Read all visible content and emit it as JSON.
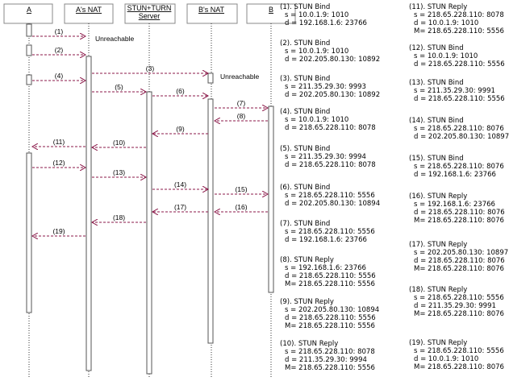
{
  "participants": [
    {
      "id": "A",
      "label": "A"
    },
    {
      "id": "ANAT",
      "label": "A's NAT"
    },
    {
      "id": "SRV",
      "label": "STUN+TURN\nServer"
    },
    {
      "id": "BNAT",
      "label": "B's NAT"
    },
    {
      "id": "B",
      "label": "B"
    }
  ],
  "unreachable_text": "Unreachable",
  "messages": [
    {
      "label": "(1)",
      "from": "A",
      "to": "ANAT"
    },
    {
      "label": "(2)",
      "from": "A",
      "to": "ANAT"
    },
    {
      "label": "(3)",
      "from": "ANAT",
      "to": "BNAT"
    },
    {
      "label": "(4)",
      "from": "A",
      "to": "ANAT"
    },
    {
      "label": "(5)",
      "from": "ANAT",
      "to": "SRV"
    },
    {
      "label": "(6)",
      "from": "SRV",
      "to": "BNAT"
    },
    {
      "label": "(7)",
      "from": "BNAT",
      "to": "B"
    },
    {
      "label": "(8)",
      "from": "B",
      "to": "BNAT"
    },
    {
      "label": "(9)",
      "from": "BNAT",
      "to": "SRV"
    },
    {
      "label": "(10)",
      "from": "SRV",
      "to": "ANAT"
    },
    {
      "label": "(11)",
      "from": "ANAT",
      "to": "A"
    },
    {
      "label": "(12)",
      "from": "A",
      "to": "ANAT"
    },
    {
      "label": "(13)",
      "from": "ANAT",
      "to": "SRV"
    },
    {
      "label": "(14)",
      "from": "SRV",
      "to": "BNAT"
    },
    {
      "label": "(15)",
      "from": "BNAT",
      "to": "B"
    },
    {
      "label": "(16)",
      "from": "B",
      "to": "BNAT"
    },
    {
      "label": "(17)",
      "from": "BNAT",
      "to": "SRV"
    },
    {
      "label": "(18)",
      "from": "SRV",
      "to": "ANAT"
    },
    {
      "label": "(19)",
      "from": "ANAT",
      "to": "A"
    }
  ],
  "notes_left": [
    {
      "title": "(1). STUN Bind",
      "lines": [
        "s = 10.0.1.9: 1010",
        "d = 192.168.1.6: 23766"
      ]
    },
    {
      "title": "(2). STUN Bind",
      "lines": [
        "s = 10.0.1.9: 1010",
        "d = 202.205.80.130: 10892"
      ]
    },
    {
      "title": "(3). STUN Bind",
      "lines": [
        "s = 211.35.29.30: 9993",
        "d = 202.205.80.130: 10892"
      ]
    },
    {
      "title": "(4). STUN Bind",
      "lines": [
        "s = 10.0.1.9: 1010",
        "d = 218.65.228.110: 8078"
      ]
    },
    {
      "title": "(5). STUN Bind",
      "lines": [
        "s = 211.35.29.30: 9994",
        "d = 218.65.228.110: 8078"
      ]
    },
    {
      "title": "(6). STUN Bind",
      "lines": [
        "s = 218.65.228.110: 5556",
        "d = 202.205.80.130: 10894"
      ]
    },
    {
      "title": "(7). STUN Bind",
      "lines": [
        "s = 218.65.228.110: 5556",
        "d = 192.168.1.6: 23766"
      ]
    },
    {
      "title": "(8). STUN Reply",
      "lines": [
        "s = 192.168.1.6: 23766",
        "d = 218.65.228.110: 5556",
        "M= 218.65.228.110: 5556"
      ]
    },
    {
      "title": "(9). STUN Reply",
      "lines": [
        "s = 202.205.80.130: 10894",
        "d = 218.65.228.110: 5556",
        "M= 218.65.228.110: 5556"
      ]
    },
    {
      "title": "(10). STUN Reply",
      "lines": [
        "s = 218.65.228.110: 8078",
        "d = 211.35.29.30: 9994",
        "M= 218.65.228.110: 5556"
      ]
    }
  ],
  "notes_right": [
    {
      "title": "(11). STUN Reply",
      "lines": [
        "s = 218.65.228.110: 8078",
        "d = 10.0.1.9: 1010",
        "M= 218.65.228.110: 5556"
      ]
    },
    {
      "title": "(12). STUN Bind",
      "lines": [
        "s = 10.0.1.9: 1010",
        "d = 218.65.228.110: 5556"
      ]
    },
    {
      "title": "(13). STUN Bind",
      "lines": [
        "s = 211.35.29.30: 9991",
        "d = 218.65.228.110: 5556"
      ]
    },
    {
      "title": "(14). STUN Bind",
      "lines": [
        "s = 218.65.228.110: 8076",
        "d = 202.205.80.130: 10897"
      ]
    },
    {
      "title": "(15). STUN Bind",
      "lines": [
        "s = 218.65.228.110: 8076",
        "d = 192.168.1.6: 23766"
      ]
    },
    {
      "title": "(16). STUN Reply",
      "lines": [
        "s = 192.168.1.6: 23766",
        "d = 218.65.228.110: 8076",
        "M= 218.65.228.110: 8076"
      ]
    },
    {
      "title": "(17). STUN Reply",
      "lines": [
        "s = 202.205.80.130: 10897",
        "d = 218.65.228.110: 8076",
        "M= 218.65.228.110: 8076"
      ]
    },
    {
      "title": "(18). STUN Reply",
      "lines": [
        "s = 218.65.228.110: 5556",
        "d = 211.35.29.30: 9991",
        "M= 218.65.228.110: 8076"
      ]
    },
    {
      "title": "(19). STUN Reply",
      "lines": [
        "s = 218.65.228.110: 5556",
        "d = 10.0.1.9: 1010",
        "M= 218.65.228.110: 8076"
      ]
    }
  ],
  "colors": {
    "arrow": "#8b1a4a",
    "line": "#333333",
    "headerBorder": "#888888"
  }
}
